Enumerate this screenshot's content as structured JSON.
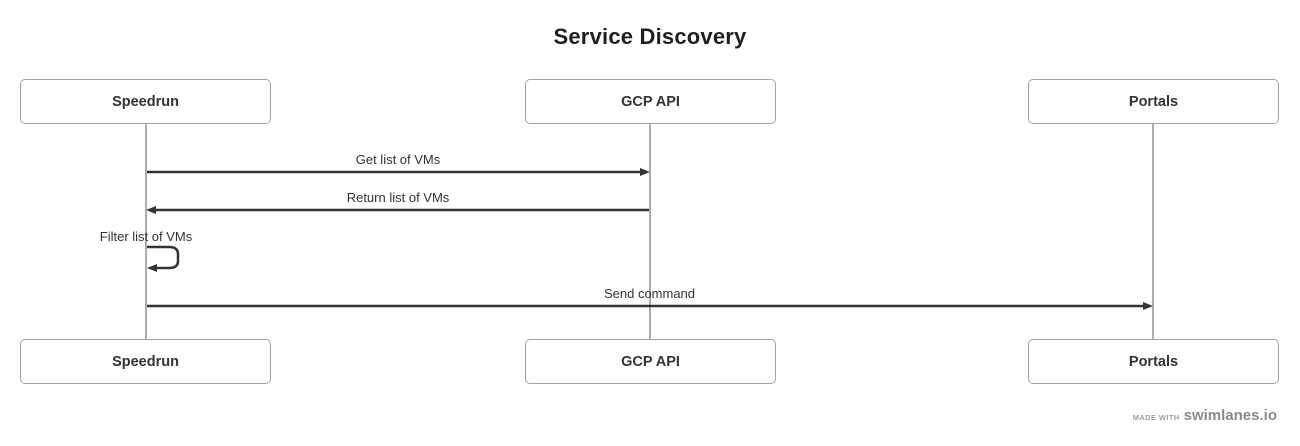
{
  "title": "Service Discovery",
  "actors": [
    {
      "name": "Speedrun"
    },
    {
      "name": "GCP API"
    },
    {
      "name": "Portals"
    }
  ],
  "messages": [
    {
      "label": "Get list of VMs",
      "from": "Speedrun",
      "to": "GCP API",
      "type": "solid-arrow-right"
    },
    {
      "label": "Return list of VMs",
      "from": "GCP API",
      "to": "Speedrun",
      "type": "solid-arrow-left"
    },
    {
      "label": "Filter list of VMs",
      "from": "Speedrun",
      "to": "Speedrun",
      "type": "self-loop"
    },
    {
      "label": "Send command",
      "from": "Speedrun",
      "to": "Portals",
      "type": "solid-arrow-right"
    }
  ],
  "footer": {
    "made_with": "MADE WITH",
    "brand": "swimlanes.io"
  },
  "colors": {
    "arrow": "#333333",
    "lifeline": "#adadad",
    "box_border": "#a3a3a3",
    "text": "#333333"
  }
}
